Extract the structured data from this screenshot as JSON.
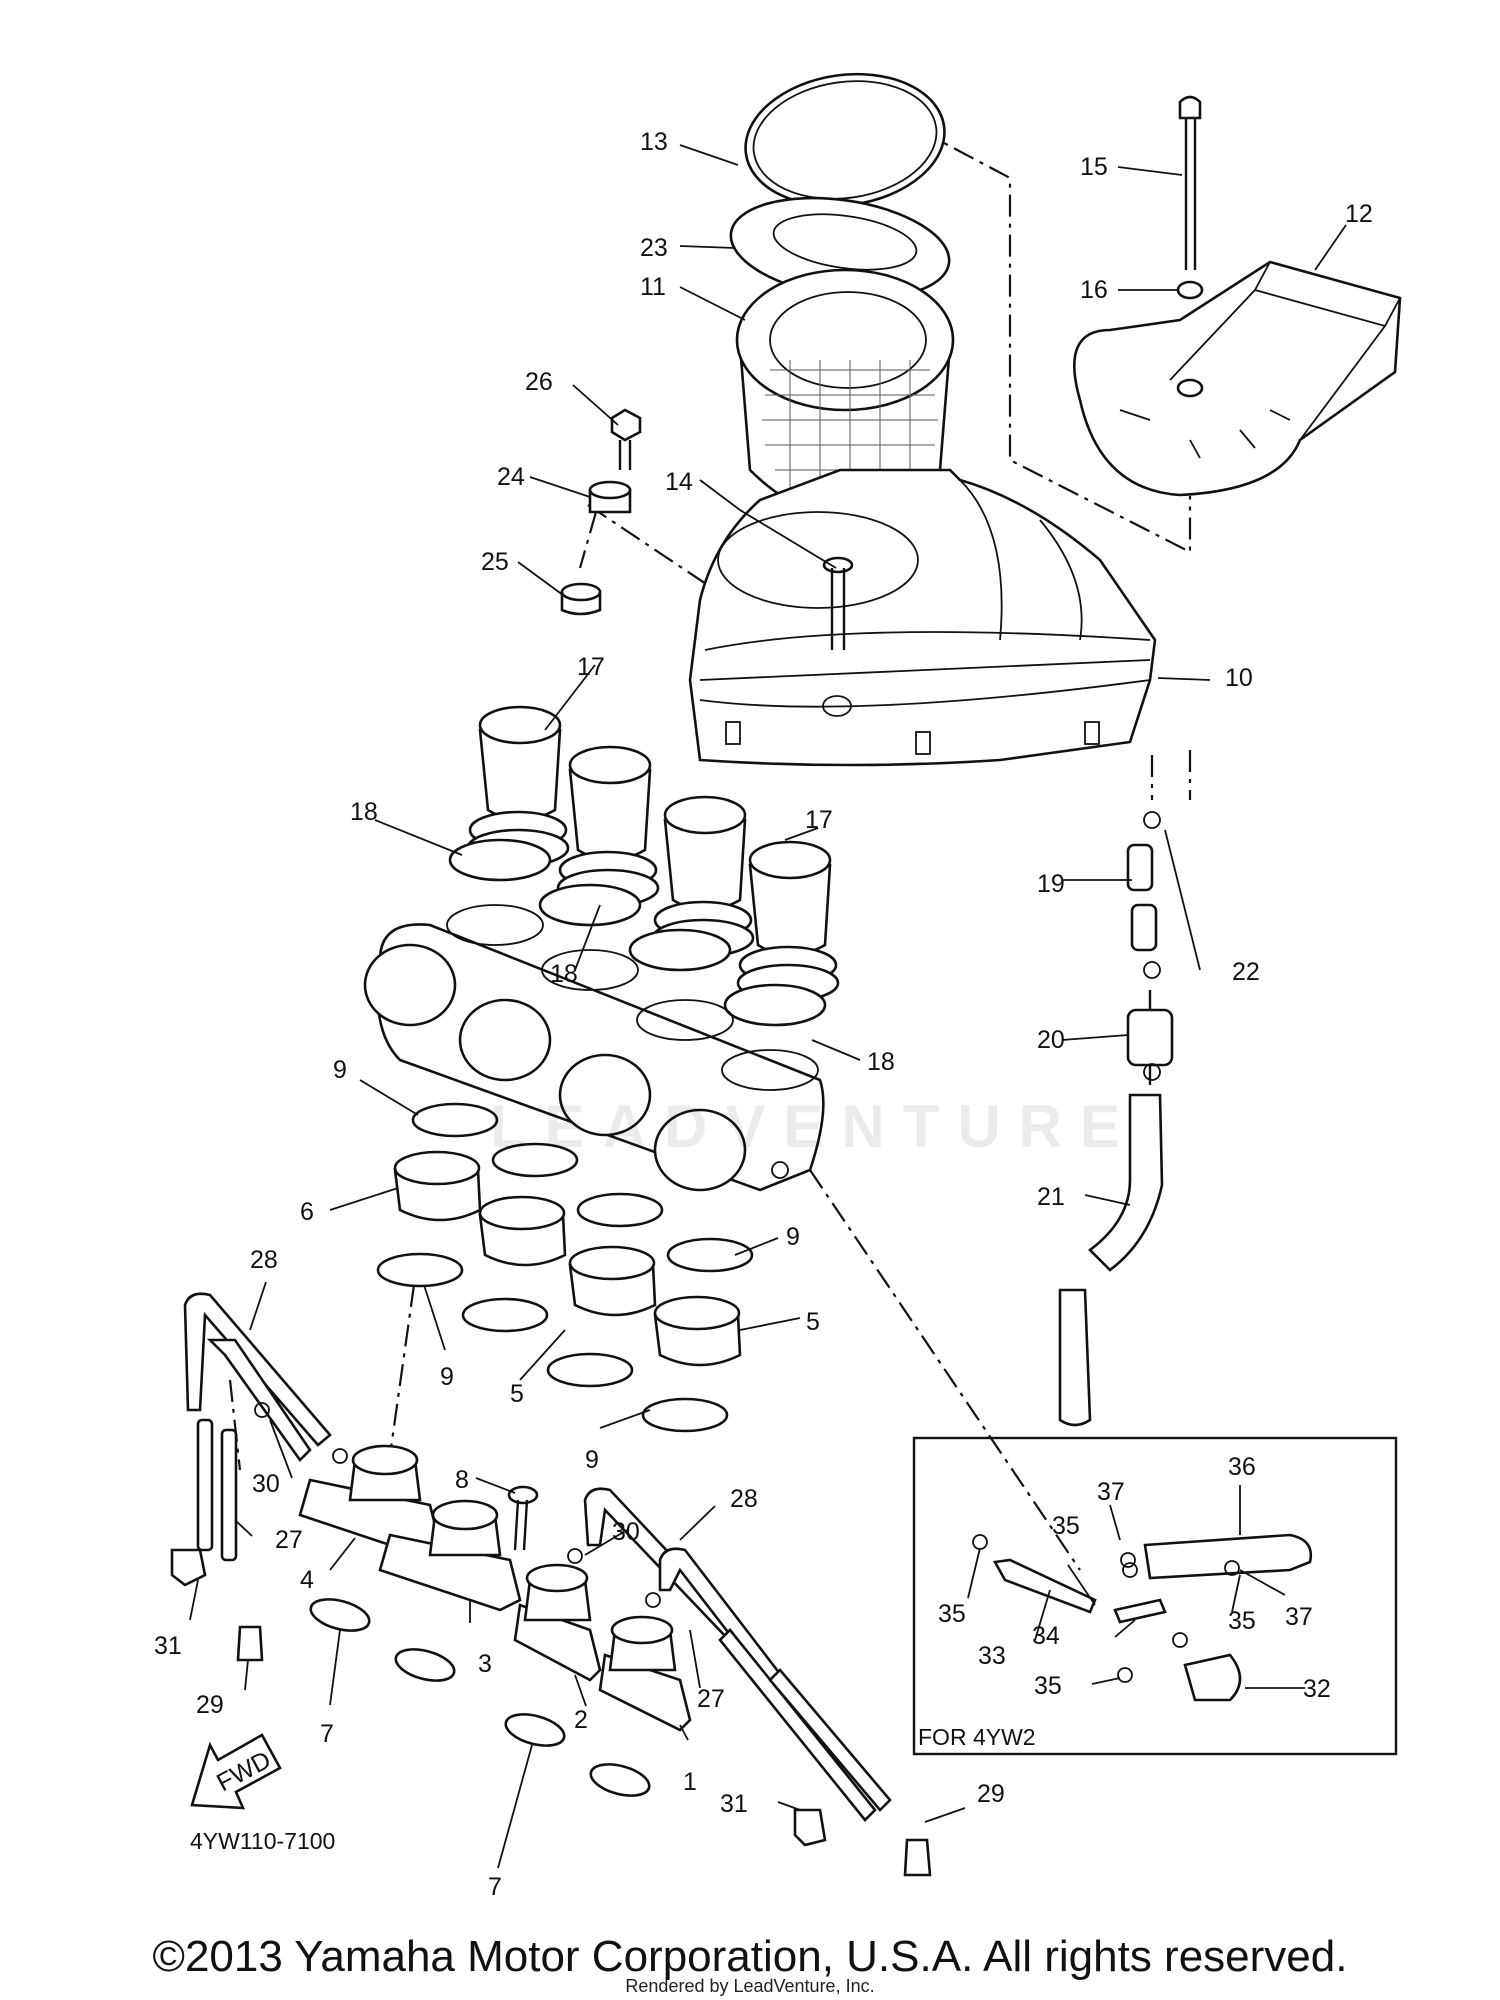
{
  "diagram": {
    "reference_code": "4YW110-7100",
    "inset_caption": "FOR 4YW2",
    "direction_label": "FWD",
    "watermark": "LEADVENTURE",
    "copyright": "©2013 Yamaha Motor Corporation, U.S.A. All rights reserved.",
    "rendered_by": "Rendered by LeadVenture, Inc.",
    "callouts": [
      {
        "id": "c13",
        "text": "13"
      },
      {
        "id": "c23",
        "text": "23"
      },
      {
        "id": "c11",
        "text": "11"
      },
      {
        "id": "c15",
        "text": "15"
      },
      {
        "id": "c12",
        "text": "12"
      },
      {
        "id": "c16",
        "text": "16"
      },
      {
        "id": "c26",
        "text": "26"
      },
      {
        "id": "c24",
        "text": "24"
      },
      {
        "id": "c14",
        "text": "14"
      },
      {
        "id": "c25",
        "text": "25"
      },
      {
        "id": "c10",
        "text": "10"
      },
      {
        "id": "c17a",
        "text": "17"
      },
      {
        "id": "c17b",
        "text": "17"
      },
      {
        "id": "c18a",
        "text": "18"
      },
      {
        "id": "c18b",
        "text": "18"
      },
      {
        "id": "c18c",
        "text": "18"
      },
      {
        "id": "c19",
        "text": "19"
      },
      {
        "id": "c22",
        "text": "22"
      },
      {
        "id": "c20",
        "text": "20"
      },
      {
        "id": "c9a",
        "text": "9"
      },
      {
        "id": "c9b",
        "text": "9"
      },
      {
        "id": "c9c",
        "text": "9"
      },
      {
        "id": "c9d",
        "text": "9"
      },
      {
        "id": "c6",
        "text": "6"
      },
      {
        "id": "c21",
        "text": "21"
      },
      {
        "id": "c5a",
        "text": "5"
      },
      {
        "id": "c5b",
        "text": "5"
      },
      {
        "id": "c28a",
        "text": "28"
      },
      {
        "id": "c28b",
        "text": "28"
      },
      {
        "id": "c8",
        "text": "8"
      },
      {
        "id": "c30a",
        "text": "30"
      },
      {
        "id": "c30b",
        "text": "30"
      },
      {
        "id": "c27a",
        "text": "27"
      },
      {
        "id": "c27b",
        "text": "27"
      },
      {
        "id": "c4",
        "text": "4"
      },
      {
        "id": "c3",
        "text": "3"
      },
      {
        "id": "c2",
        "text": "2"
      },
      {
        "id": "c1",
        "text": "1"
      },
      {
        "id": "c31a",
        "text": "31"
      },
      {
        "id": "c31b",
        "text": "31"
      },
      {
        "id": "c29a",
        "text": "29"
      },
      {
        "id": "c29b",
        "text": "29"
      },
      {
        "id": "c7a",
        "text": "7"
      },
      {
        "id": "c7b",
        "text": "7"
      },
      {
        "id": "c37a",
        "text": "37"
      },
      {
        "id": "c36",
        "text": "36"
      },
      {
        "id": "c35a",
        "text": "35"
      },
      {
        "id": "c35b",
        "text": "35"
      },
      {
        "id": "c35c",
        "text": "35"
      },
      {
        "id": "c35d",
        "text": "35"
      },
      {
        "id": "c37b",
        "text": "37"
      },
      {
        "id": "c33",
        "text": "33"
      },
      {
        "id": "c34",
        "text": "34"
      },
      {
        "id": "c32",
        "text": "32"
      }
    ]
  }
}
